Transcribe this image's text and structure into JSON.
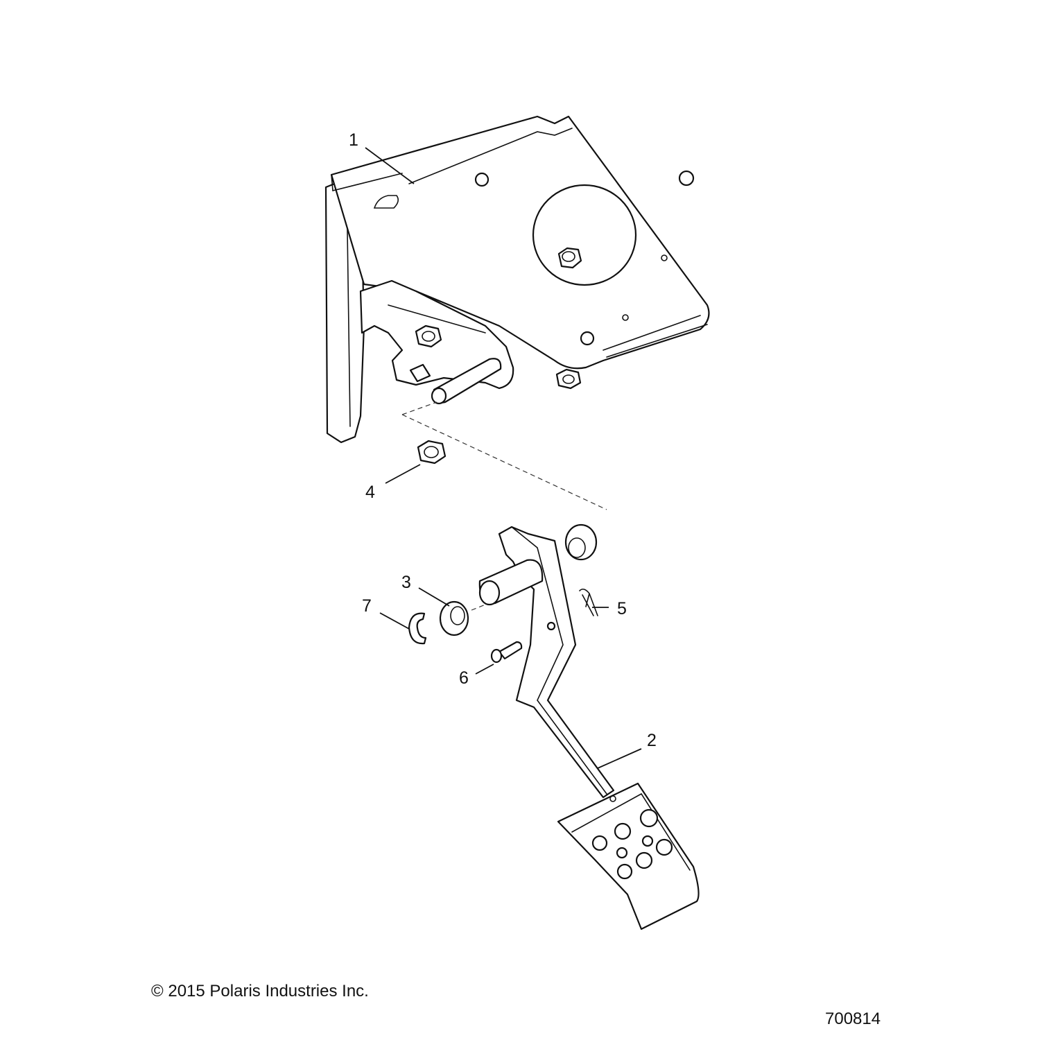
{
  "callouts": {
    "c1": "1",
    "c2": "2",
    "c3": "3",
    "c4": "4",
    "c5": "5",
    "c6": "6",
    "c7": "7"
  },
  "footer": {
    "copyright": "© 2015 Polaris Industries Inc.",
    "figure_number": "700814"
  }
}
